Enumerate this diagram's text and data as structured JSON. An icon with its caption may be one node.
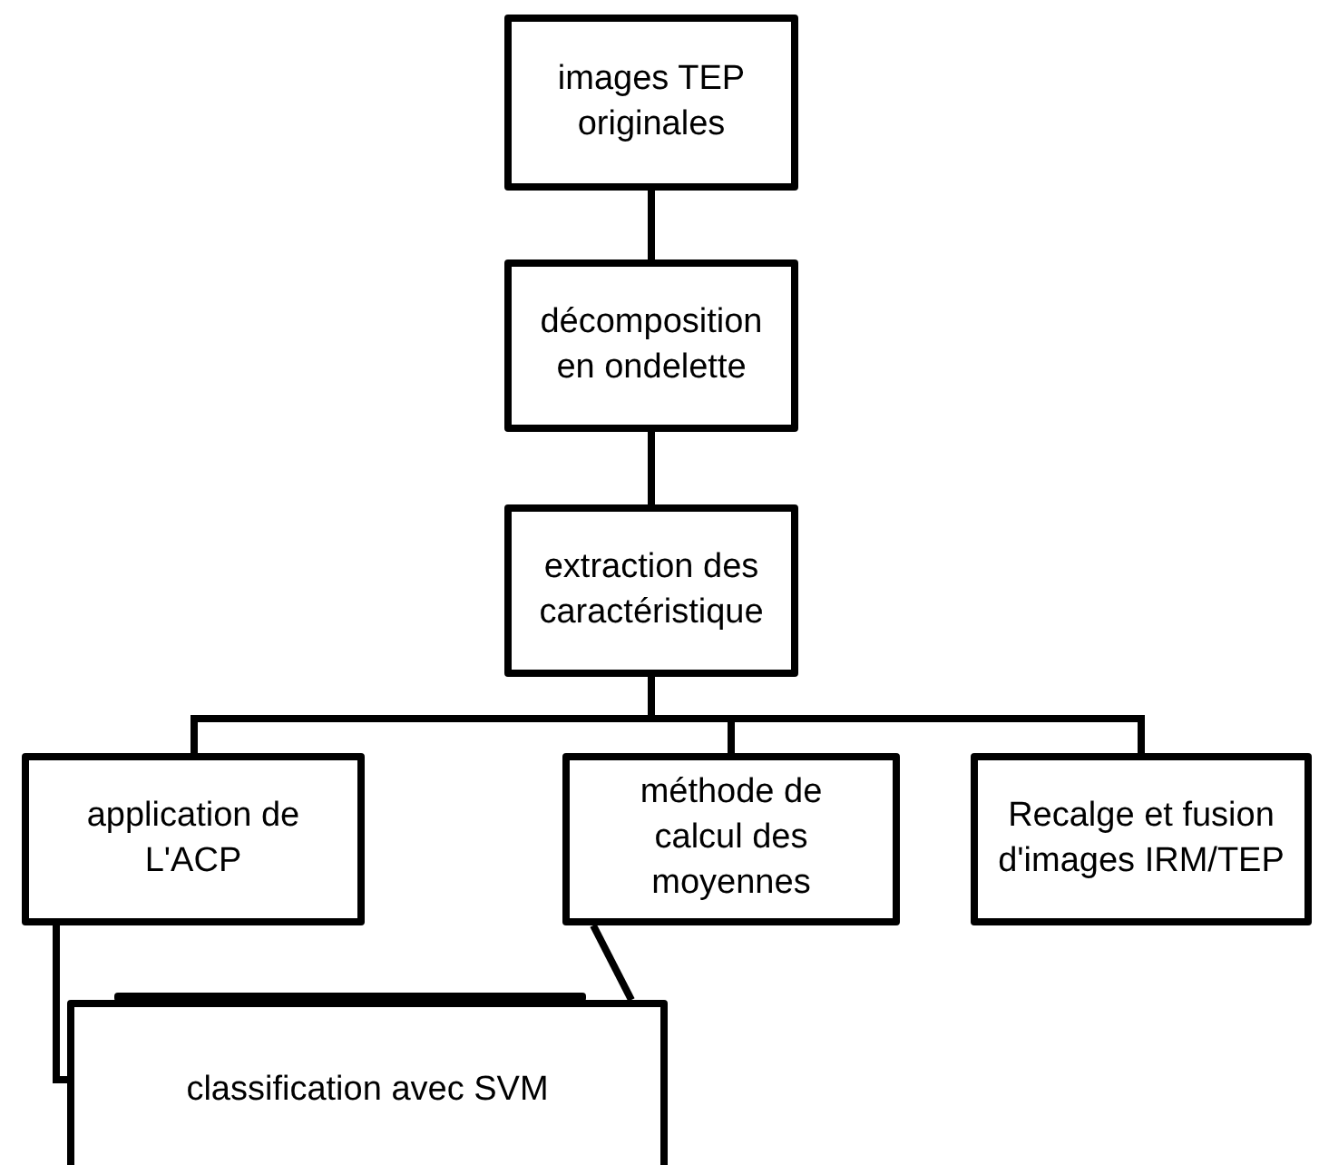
{
  "diagram": {
    "nodes": [
      {
        "text": [
          "images TEP originales"
        ]
      },
      {
        "text": [
          "décomposition en ondelette"
        ]
      },
      {
        "text": [
          "extraction des caractéristique"
        ]
      },
      {
        "text": [
          "application de L'ACP"
        ]
      },
      {
        "text": [
          "méthode de calcul des moyennes"
        ]
      },
      {
        "text": [
          "Recalge et fusion d'images IRM/TEP"
        ]
      },
      {
        "text": [
          "classification avec SVM"
        ]
      }
    ],
    "edges": [
      {
        "from": 0,
        "to": 1,
        "arrow": "none"
      },
      {
        "from": 1,
        "to": 2,
        "arrow": "none"
      },
      {
        "from": 2,
        "to": 3,
        "arrow": "none"
      },
      {
        "from": 2,
        "to": 4,
        "arrow": "none"
      },
      {
        "from": 2,
        "to": 5,
        "arrow": "none"
      },
      {
        "from": 3,
        "to": 6,
        "arrow": "none"
      },
      {
        "from": 4,
        "to": 6,
        "arrow": "none"
      }
    ]
  }
}
